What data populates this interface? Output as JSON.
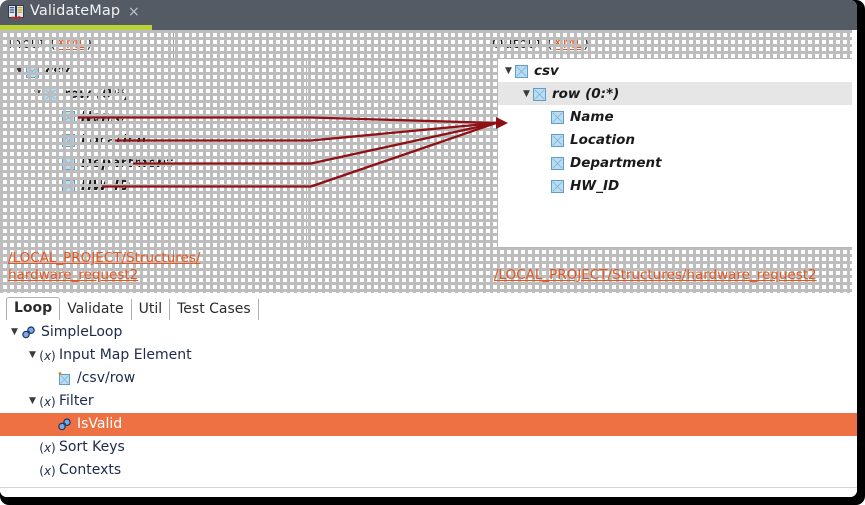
{
  "window": {
    "tab_title": "ValidateMap",
    "close_glyph": "×",
    "app_icon_name": "mapping-editor-icon",
    "accent_color": "#b9d236",
    "titlebar_color": "#555b65"
  },
  "editor": {
    "input_panel": {
      "heading_prefix": "Input ",
      "heading_open": "(",
      "heading_link": "XML",
      "heading_close": ")",
      "path_line1": "/LOCAL_PROJECT/Structures/",
      "path_line2": "hardware_request2",
      "tree": [
        {
          "label": "csv",
          "depth": 0,
          "twisty": "▼",
          "icon": "element-icon",
          "selected": false
        },
        {
          "label": "row (0:*)",
          "depth": 1,
          "twisty": "▼",
          "icon": "element-icon",
          "selected": false
        },
        {
          "label": "Name",
          "depth": 2,
          "twisty": "",
          "icon": "element-icon",
          "selected": false
        },
        {
          "label": "Location",
          "depth": 2,
          "twisty": "",
          "icon": "element-icon",
          "selected": false
        },
        {
          "label": "Department",
          "depth": 2,
          "twisty": "",
          "icon": "element-icon",
          "selected": false
        },
        {
          "label": "HW_ID",
          "depth": 2,
          "twisty": "",
          "icon": "element-icon",
          "selected": false
        }
      ]
    },
    "output_panel": {
      "heading_prefix": "Output ",
      "heading_open": "(",
      "heading_link": "XML",
      "heading_close": ")",
      "path_line1": "/LOCAL_PROJECT/Structures/hardware_request2",
      "tree": [
        {
          "label": "csv",
          "depth": 0,
          "twisty": "▼",
          "icon": "element-icon",
          "selected": false
        },
        {
          "label": "row (0:*)",
          "depth": 1,
          "twisty": "▼",
          "icon": "element-icon",
          "selected": true
        },
        {
          "label": "Name",
          "depth": 2,
          "twisty": "",
          "icon": "element-icon",
          "selected": false
        },
        {
          "label": "Location",
          "depth": 2,
          "twisty": "",
          "icon": "element-icon",
          "selected": false
        },
        {
          "label": "Department",
          "depth": 2,
          "twisty": "",
          "icon": "element-icon",
          "selected": false
        },
        {
          "label": "HW_ID",
          "depth": 2,
          "twisty": "",
          "icon": "element-icon",
          "selected": false
        }
      ]
    },
    "mapping_canvas": {
      "line_color": "#8f1117",
      "connections": [
        {
          "from": "Name",
          "to": "row (0:*)"
        },
        {
          "from": "Location",
          "to": "row (0:*)"
        },
        {
          "from": "Department",
          "to": "row (0:*)"
        },
        {
          "from": "HW_ID",
          "to": "row (0:*)"
        }
      ]
    }
  },
  "lower": {
    "tabs": [
      {
        "label": "Loop",
        "active": true
      },
      {
        "label": "Validate",
        "active": false
      },
      {
        "label": "Util",
        "active": false
      },
      {
        "label": "Test Cases",
        "active": false
      }
    ],
    "selection_color": "#ed7142",
    "tree": [
      {
        "label": "SimpleLoop",
        "depth": 0,
        "twisty": "▼",
        "icon": "link-icon",
        "selected": false
      },
      {
        "label": "Input Map Element",
        "depth": 1,
        "twisty": "▼",
        "icon": "function-icon",
        "selected": false
      },
      {
        "label": "/csv/row",
        "depth": 2,
        "twisty": "",
        "icon": "map-element-icon",
        "selected": false
      },
      {
        "label": "Filter",
        "depth": 1,
        "twisty": "▼",
        "icon": "function-icon",
        "selected": false
      },
      {
        "label": "IsValid",
        "depth": 2,
        "twisty": "",
        "icon": "link-icon",
        "selected": true
      },
      {
        "label": "Sort Keys",
        "depth": 1,
        "twisty": "",
        "icon": "function-icon",
        "selected": false
      },
      {
        "label": "Contexts",
        "depth": 1,
        "twisty": "",
        "icon": "function-icon",
        "selected": false
      }
    ]
  }
}
